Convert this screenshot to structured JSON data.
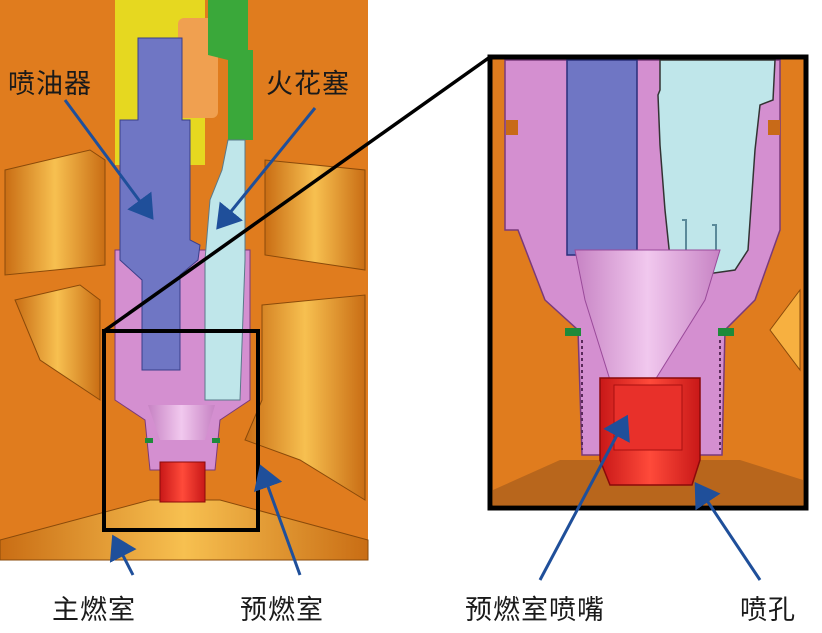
{
  "title": "预燃室结构示意图",
  "labels": {
    "injector": "喷油器",
    "spark_plug": "火花塞",
    "main_chamber": "主燃室",
    "prechamber": "预燃室",
    "prechamber_nozzle": "预燃室喷嘴",
    "nozzle_hole": "喷孔"
  },
  "colors": {
    "cylinder_head": "#e07c1e",
    "injector": "#6f76c4",
    "spark_plug_insulator": "#bfe6ea",
    "prechamber_body": "#d48fd0",
    "nozzle": "#e52420",
    "seal": "#1e8a3a",
    "spark_plug_top": "#3aa83a",
    "sleeve": "#e6d820",
    "arrow": "#1f4f9a",
    "zoom_frame": "#000000"
  }
}
